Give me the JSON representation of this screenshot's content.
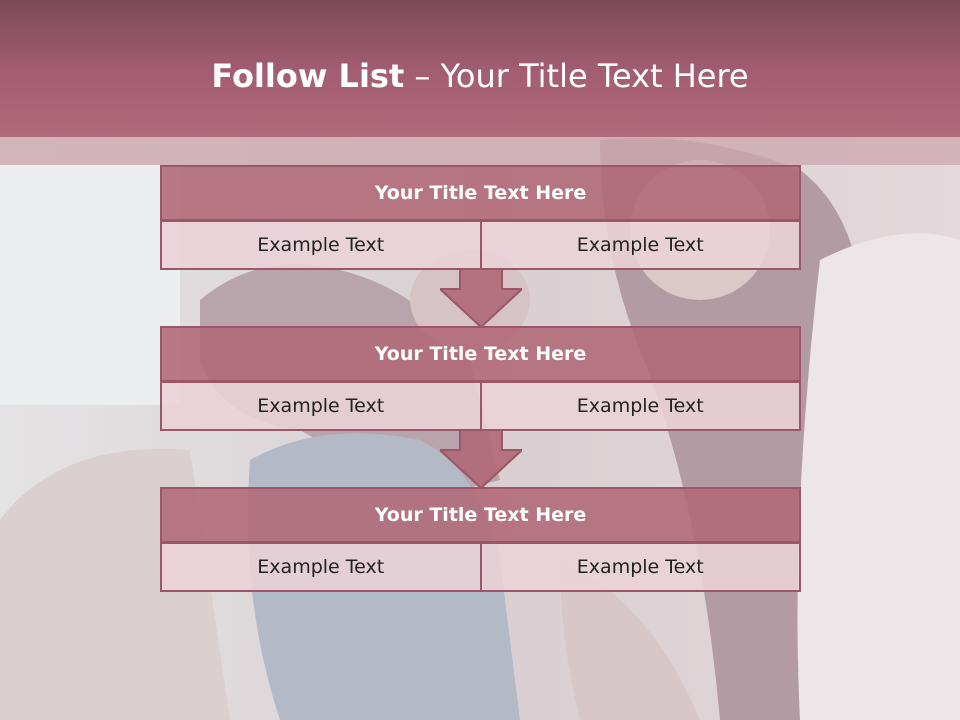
{
  "slide": {
    "title_bold": "Follow List",
    "title_rest": " – Your Title Text Here"
  },
  "blocks": [
    {
      "title": "Your Title Text Here",
      "left": "Example Text",
      "right": "Example Text"
    },
    {
      "title": "Your Title Text Here",
      "left": "Example Text",
      "right": "Example Text"
    },
    {
      "title": "Your Title Text Here",
      "left": "Example Text",
      "right": "Example Text"
    }
  ],
  "colors": {
    "header": "#a45e72",
    "block_head": "#b06878",
    "block_cell": "#ead2d8",
    "border": "#9b5668"
  },
  "icons": [
    "down-arrow-icon"
  ]
}
